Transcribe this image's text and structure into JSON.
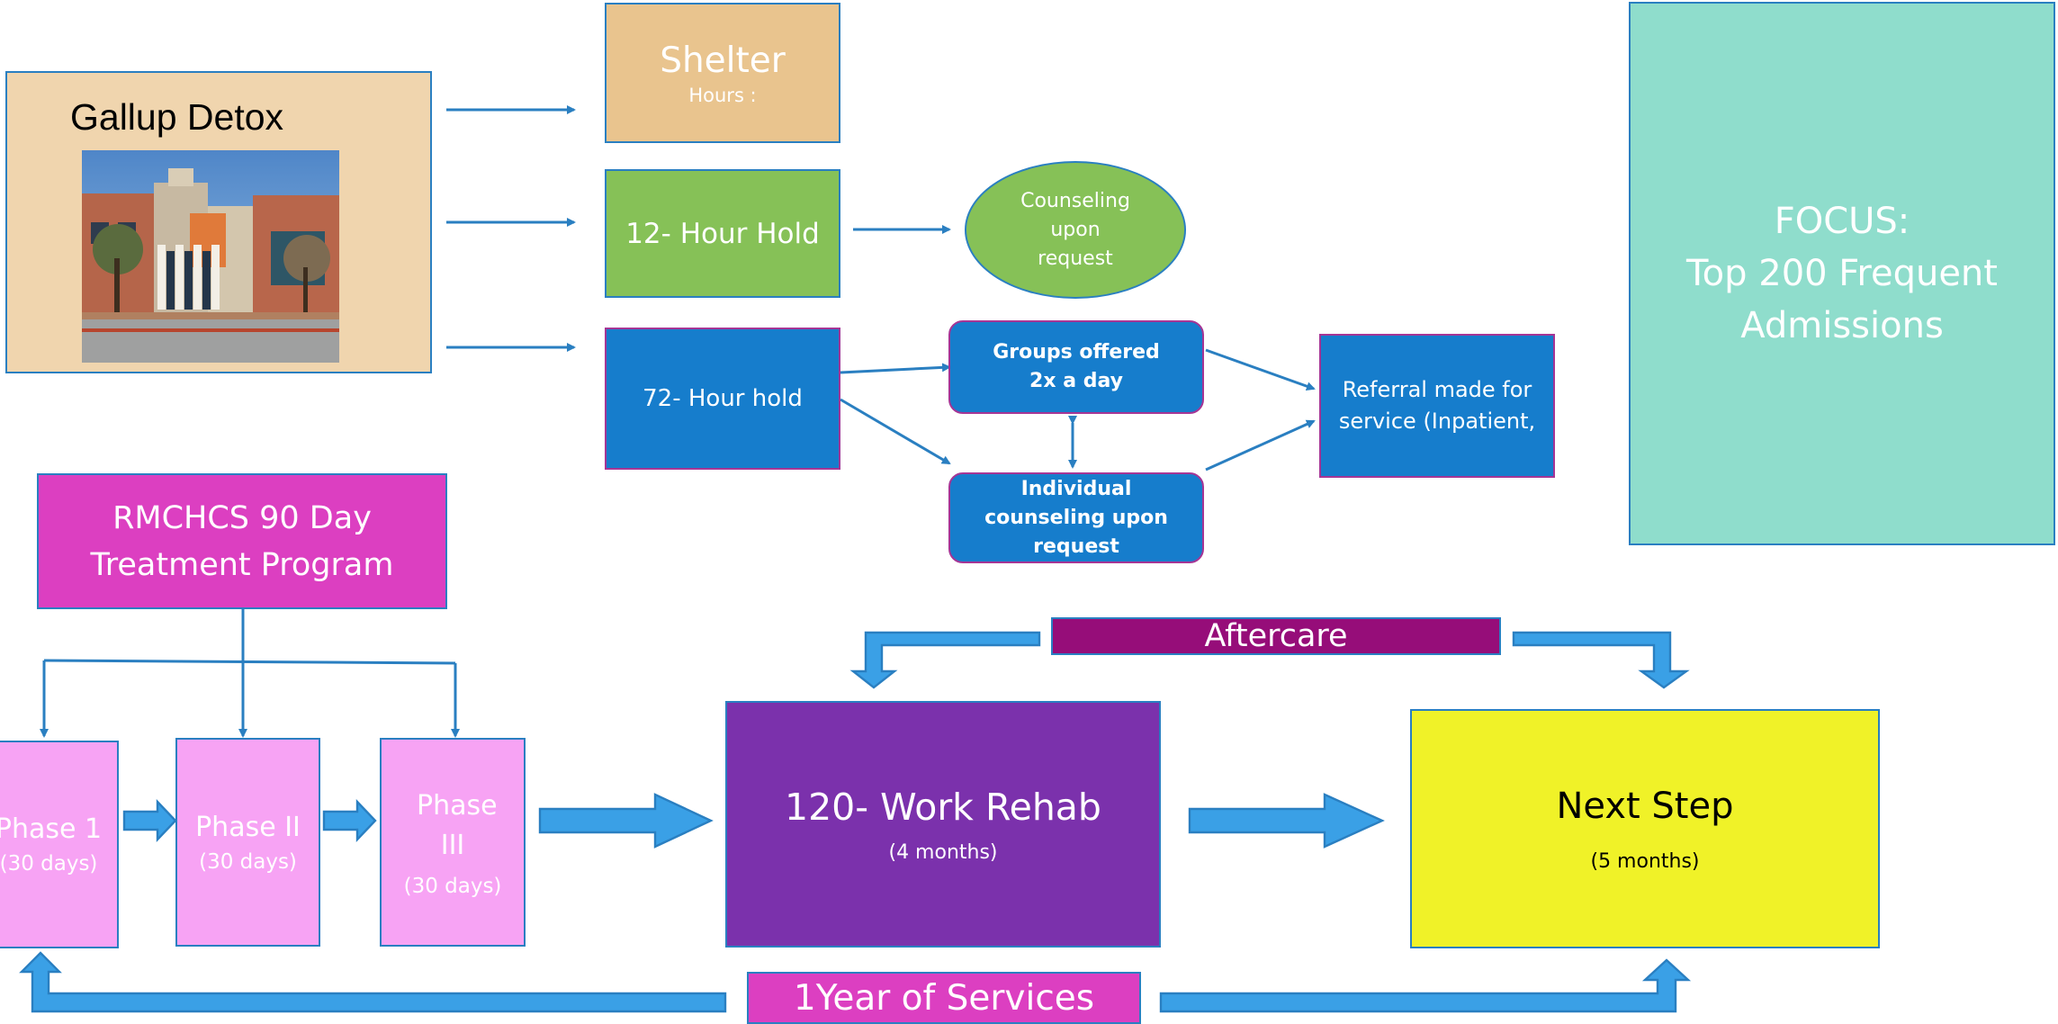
{
  "detox": {
    "title": "Gallup Detox"
  },
  "shelter": {
    "title": "Shelter",
    "sub": "Hours :"
  },
  "hold12": {
    "title": "12- Hour Hold"
  },
  "counseling": {
    "lines": [
      "Counseling",
      "upon",
      "request"
    ]
  },
  "hold72": {
    "title": "72- Hour hold"
  },
  "groups": {
    "lines": [
      "Groups offered",
      "2x a day"
    ]
  },
  "individual": {
    "lines": [
      "Individual",
      "counseling upon",
      "request"
    ]
  },
  "referral": {
    "lines": [
      "Referral made for",
      "service (Inpatient,"
    ]
  },
  "focus": {
    "lines": [
      "FOCUS:",
      "Top 200 Frequent",
      "Admissions"
    ]
  },
  "rmchcs": {
    "lines": [
      "RMCHCS 90 Day",
      "Treatment Program"
    ]
  },
  "phase1": {
    "title": "Phase 1",
    "sub": "(30 days)"
  },
  "phase2": {
    "title": "Phase II",
    "sub": "(30 days)"
  },
  "phase3": {
    "title": "Phase III",
    "sub": "(30 days)"
  },
  "aftercare": {
    "label": "Aftercare"
  },
  "workRehab": {
    "title": "120- Work Rehab",
    "sub": "(4 months)"
  },
  "nextStep": {
    "title": "Next Step",
    "sub": "(5 months)"
  },
  "yearServices": {
    "label": "1Year of Services"
  },
  "colors": {
    "peach": "#f0d5ae",
    "tan": "#e9c48e",
    "green": "#86c157",
    "blue": "#167dcc",
    "teal": "#8fddcc",
    "magenta": "#dc3fc1",
    "pink": "#f7a3f4",
    "purple": "#7b31ac",
    "yellow": "#f0f228",
    "darkmagenta": "#960d79",
    "arrow": "#3aa0e6"
  }
}
